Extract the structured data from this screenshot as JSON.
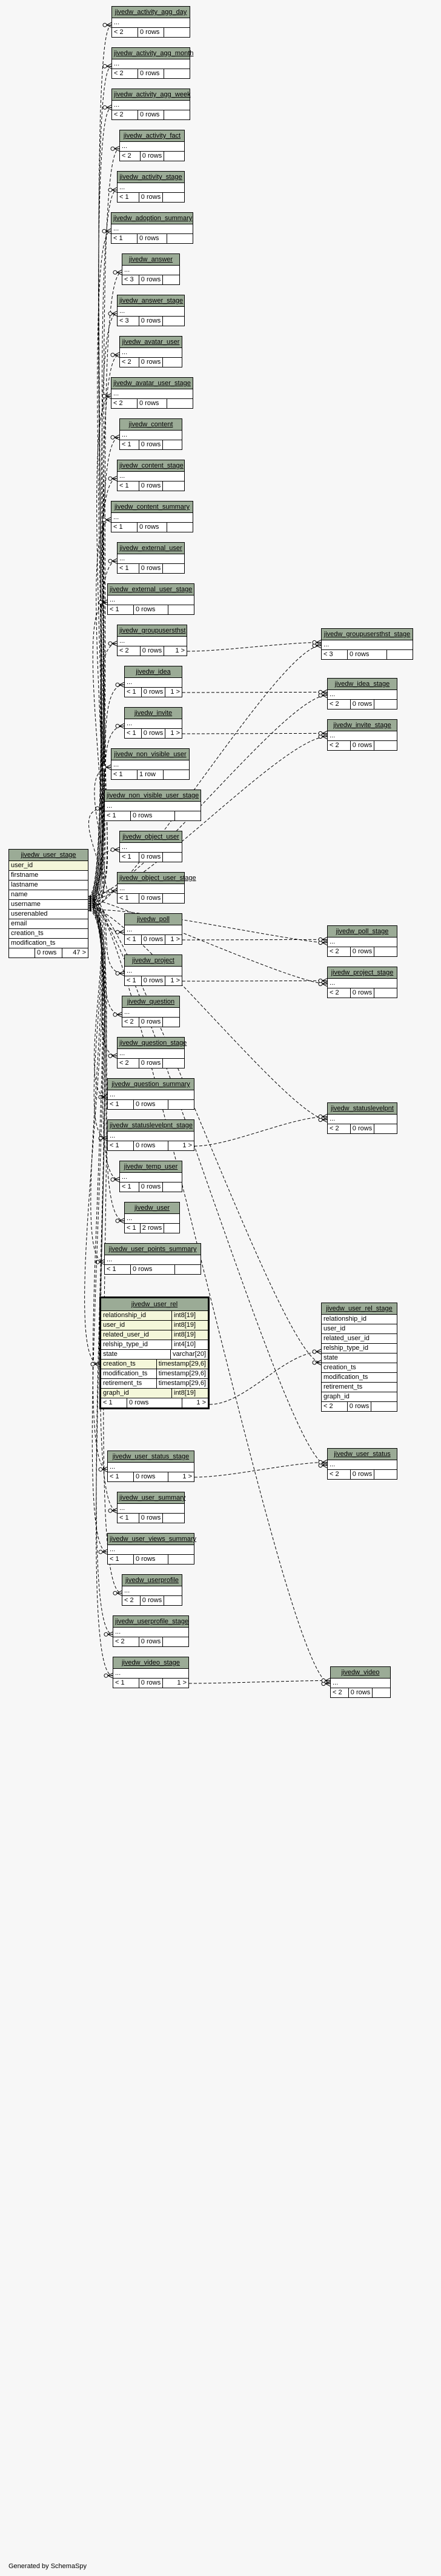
{
  "diagram": {
    "tables": [
      {
        "id": "t_activity_agg_day",
        "name": "jivedw_activity_agg_day",
        "columns": [
          "..."
        ],
        "parents": "< 2",
        "rows": "0 rows",
        "children": ""
      },
      {
        "id": "t_activity_agg_month",
        "name": "jivedw_activity_agg_month",
        "columns": [
          "..."
        ],
        "parents": "< 2",
        "rows": "0 rows",
        "children": ""
      },
      {
        "id": "t_activity_agg_week",
        "name": "jivedw_activity_agg_week",
        "columns": [
          "..."
        ],
        "parents": "< 2",
        "rows": "0 rows",
        "children": ""
      },
      {
        "id": "t_activity_fact",
        "name": "jivedw_activity_fact",
        "columns": [
          "..."
        ],
        "parents": "< 2",
        "rows": "0 rows",
        "children": ""
      },
      {
        "id": "t_activity_stage",
        "name": "jivedw_activity_stage",
        "columns": [
          "..."
        ],
        "parents": "< 1",
        "rows": "0 rows",
        "children": ""
      },
      {
        "id": "t_adoption_summary",
        "name": "jivedw_adoption_summary",
        "columns": [
          "..."
        ],
        "parents": "< 1",
        "rows": "0 rows",
        "children": ""
      },
      {
        "id": "t_answer",
        "name": "jivedw_answer",
        "columns": [
          "..."
        ],
        "parents": "< 3",
        "rows": "0 rows",
        "children": ""
      },
      {
        "id": "t_answer_stage",
        "name": "jivedw_answer_stage",
        "columns": [
          "..."
        ],
        "parents": "< 3",
        "rows": "0 rows",
        "children": ""
      },
      {
        "id": "t_avatar_user",
        "name": "jivedw_avatar_user",
        "columns": [
          "..."
        ],
        "parents": "< 2",
        "rows": "0 rows",
        "children": ""
      },
      {
        "id": "t_avatar_user_stage",
        "name": "jivedw_avatar_user_stage",
        "columns": [
          "..."
        ],
        "parents": "< 2",
        "rows": "0 rows",
        "children": ""
      },
      {
        "id": "t_content",
        "name": "jivedw_content",
        "columns": [
          "..."
        ],
        "parents": "< 1",
        "rows": "0 rows",
        "children": ""
      },
      {
        "id": "t_content_stage",
        "name": "jivedw_content_stage",
        "columns": [
          "..."
        ],
        "parents": "< 1",
        "rows": "0 rows",
        "children": ""
      },
      {
        "id": "t_content_summary",
        "name": "jivedw_content_summary",
        "columns": [
          "..."
        ],
        "parents": "< 1",
        "rows": "0 rows",
        "children": ""
      },
      {
        "id": "t_external_user",
        "name": "jivedw_external_user",
        "columns": [
          "..."
        ],
        "parents": "< 1",
        "rows": "0 rows",
        "children": ""
      },
      {
        "id": "t_external_user_stage",
        "name": "jivedw_external_user_stage",
        "columns": [
          "..."
        ],
        "parents": "< 1",
        "rows": "0 rows",
        "children": ""
      },
      {
        "id": "t_groupusersthst",
        "name": "jivedw_groupusersthst",
        "columns": [
          "..."
        ],
        "parents": "< 2",
        "rows": "0 rows",
        "children": "1 >"
      },
      {
        "id": "t_groupusersthst_stage",
        "name": "jivedw_groupusersthst_stage",
        "columns": [
          "..."
        ],
        "parents": "< 3",
        "rows": "0 rows",
        "children": ""
      },
      {
        "id": "t_idea",
        "name": "jivedw_idea",
        "columns": [
          "..."
        ],
        "parents": "< 1",
        "rows": "0 rows",
        "children": "1 >"
      },
      {
        "id": "t_idea_stage",
        "name": "jivedw_idea_stage",
        "columns": [
          "..."
        ],
        "parents": "< 2",
        "rows": "0 rows",
        "children": ""
      },
      {
        "id": "t_invite",
        "name": "jivedw_invite",
        "columns": [
          "..."
        ],
        "parents": "< 1",
        "rows": "0 rows",
        "children": "1 >"
      },
      {
        "id": "t_invite_stage",
        "name": "jivedw_invite_stage",
        "columns": [
          "..."
        ],
        "parents": "< 2",
        "rows": "0 rows",
        "children": ""
      },
      {
        "id": "t_non_visible_user",
        "name": "jivedw_non_visible_user",
        "columns": [
          "..."
        ],
        "parents": "< 1",
        "rows": "1 row",
        "children": ""
      },
      {
        "id": "t_non_visible_user_stage",
        "name": "jivedw_non_visible_user_stage",
        "columns": [
          "..."
        ],
        "parents": "< 1",
        "rows": "0 rows",
        "children": ""
      },
      {
        "id": "t_object_user",
        "name": "jivedw_object_user",
        "columns": [
          "..."
        ],
        "parents": "< 1",
        "rows": "0 rows",
        "children": ""
      },
      {
        "id": "t_object_user_stage",
        "name": "jivedw_object_user_stage",
        "columns": [
          "..."
        ],
        "parents": "< 1",
        "rows": "0 rows",
        "children": ""
      },
      {
        "id": "t_poll",
        "name": "jivedw_poll",
        "columns": [
          "..."
        ],
        "parents": "< 1",
        "rows": "0 rows",
        "children": "1 >"
      },
      {
        "id": "t_poll_stage",
        "name": "jivedw_poll_stage",
        "columns": [
          "..."
        ],
        "parents": "< 2",
        "rows": "0 rows",
        "children": ""
      },
      {
        "id": "t_project",
        "name": "jivedw_project",
        "columns": [
          "..."
        ],
        "parents": "< 1",
        "rows": "0 rows",
        "children": "1 >"
      },
      {
        "id": "t_project_stage",
        "name": "jivedw_project_stage",
        "columns": [
          "..."
        ],
        "parents": "< 2",
        "rows": "0 rows",
        "children": ""
      },
      {
        "id": "t_question",
        "name": "jivedw_question",
        "columns": [
          "..."
        ],
        "parents": "< 2",
        "rows": "0 rows",
        "children": ""
      },
      {
        "id": "t_question_stage",
        "name": "jivedw_question_stage",
        "columns": [
          "..."
        ],
        "parents": "< 2",
        "rows": "0 rows",
        "children": ""
      },
      {
        "id": "t_question_summary",
        "name": "jivedw_question_summary",
        "columns": [
          "..."
        ],
        "parents": "< 1",
        "rows": "0 rows",
        "children": ""
      },
      {
        "id": "t_statuslevelpnt_stage",
        "name": "jivedw_statuslevelpnt_stage",
        "columns": [
          "..."
        ],
        "parents": "< 1",
        "rows": "0 rows",
        "children": "1 >"
      },
      {
        "id": "t_statuslevelpnt",
        "name": "jivedw_statuslevelpnt",
        "columns": [
          "..."
        ],
        "parents": "< 2",
        "rows": "0 rows",
        "children": ""
      },
      {
        "id": "t_temp_user",
        "name": "jivedw_temp_user",
        "columns": [
          "..."
        ],
        "parents": "< 1",
        "rows": "0 rows",
        "children": ""
      },
      {
        "id": "t_user",
        "name": "jivedw_user",
        "columns": [
          "..."
        ],
        "parents": "< 1",
        "rows": "2 rows",
        "children": ""
      },
      {
        "id": "t_user_points_summary",
        "name": "jivedw_user_points_summary",
        "columns": [
          "..."
        ],
        "parents": "< 1",
        "rows": "0 rows",
        "children": ""
      },
      {
        "id": "t_user_rel_stage",
        "name": "jivedw_user_rel_stage",
        "columns": [
          "relationship_id",
          "user_id",
          "related_user_id",
          "relship_type_id",
          "state",
          "creation_ts",
          "modification_ts",
          "retirement_ts",
          "graph_id"
        ],
        "parents": "< 2",
        "rows": "0 rows",
        "children": ""
      },
      {
        "id": "t_user_status_stage",
        "name": "jivedw_user_status_stage",
        "columns": [
          "..."
        ],
        "parents": "< 1",
        "rows": "0 rows",
        "children": "1 >"
      },
      {
        "id": "t_user_status",
        "name": "jivedw_user_status",
        "columns": [
          "..."
        ],
        "parents": "< 2",
        "rows": "0 rows",
        "children": ""
      },
      {
        "id": "t_user_summary",
        "name": "jivedw_user_summary",
        "columns": [
          "..."
        ],
        "parents": "< 1",
        "rows": "0 rows",
        "children": ""
      },
      {
        "id": "t_user_views_summary",
        "name": "jivedw_user_views_summary",
        "columns": [
          "..."
        ],
        "parents": "< 1",
        "rows": "0 rows",
        "children": ""
      },
      {
        "id": "t_userprofile",
        "name": "jivedw_userprofile",
        "columns": [
          "..."
        ],
        "parents": "< 2",
        "rows": "0 rows",
        "children": ""
      },
      {
        "id": "t_userprofile_stage",
        "name": "jivedw_userprofile_stage",
        "columns": [
          "..."
        ],
        "parents": "< 2",
        "rows": "0 rows",
        "children": ""
      },
      {
        "id": "t_video_stage",
        "name": "jivedw_video_stage",
        "columns": [
          "..."
        ],
        "parents": "< 1",
        "rows": "0 rows",
        "children": "1 >"
      },
      {
        "id": "t_video",
        "name": "jivedw_video",
        "columns": [
          "..."
        ],
        "parents": "< 2",
        "rows": "0 rows",
        "children": ""
      },
      {
        "id": "t_user_stage",
        "name": "jivedw_user_stage",
        "columns": [
          "user_id",
          "firstname",
          "lastname",
          "name",
          "username",
          "userenabled",
          "email",
          "creation_ts",
          "modification_ts"
        ],
        "key_columns": [
          "user_id"
        ],
        "parents": "",
        "rows": "0 rows",
        "children": "47 >"
      }
    ],
    "focus_table": {
      "id": "t_user_rel",
      "name": "jivedw_user_rel",
      "columns": [
        {
          "name": "relationship_id",
          "type": "int8[19]",
          "key": true
        },
        {
          "name": "user_id",
          "type": "int8[19]",
          "key": true
        },
        {
          "name": "related_user_id",
          "type": "int8[19]",
          "key": true
        },
        {
          "name": "relship_type_id",
          "type": "int4[10]",
          "key": false
        },
        {
          "name": "state",
          "type": "varchar[20]",
          "key": false
        },
        {
          "name": "creation_ts",
          "type": "timestamp[29,6]",
          "key": true
        },
        {
          "name": "modification_ts",
          "type": "timestamp[29,6]",
          "key": false
        },
        {
          "name": "retirement_ts",
          "type": "timestamp[29,6]",
          "key": false
        },
        {
          "name": "graph_id",
          "type": "int8[19]",
          "key": true
        }
      ],
      "parents": "< 1",
      "rows": "0 rows",
      "children": "1 >"
    },
    "colors": {
      "header": "#9bab96",
      "key_row": "#f4f7da",
      "edge": "#000000",
      "background": "#f7f7f7"
    }
  },
  "footer": {
    "text": "Generated by SchemaSpy"
  }
}
